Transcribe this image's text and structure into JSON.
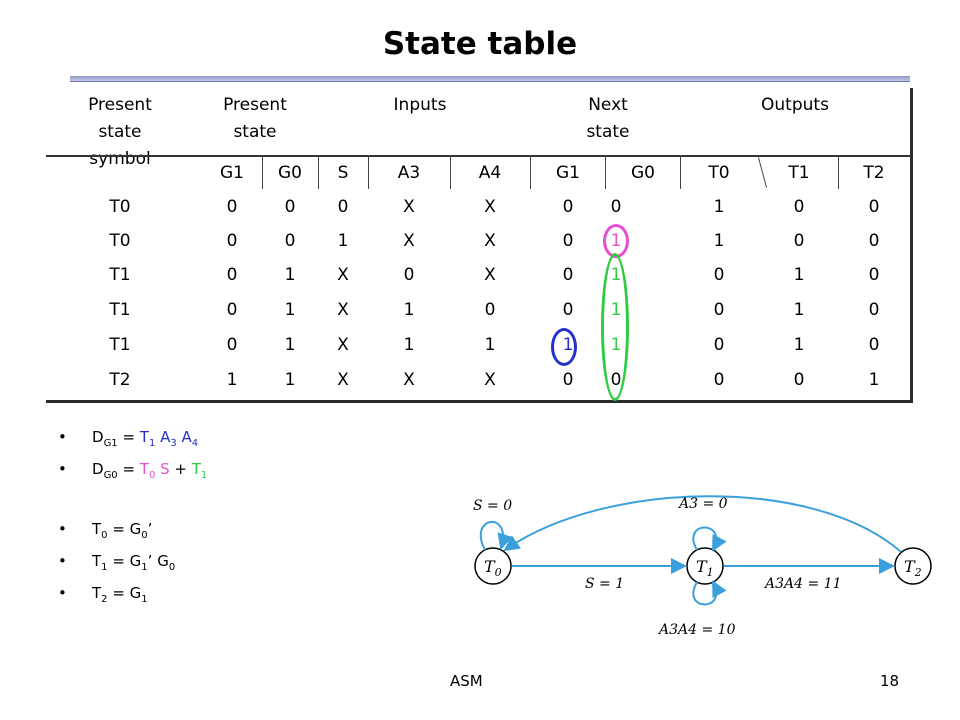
{
  "title": "State table",
  "headers": {
    "present_symbol": [
      "Present",
      "state",
      "symbol"
    ],
    "present_state": [
      "Present",
      "state"
    ],
    "inputs": "Inputs",
    "next_state": [
      "Next",
      "state"
    ],
    "outputs": "Outputs",
    "sub": [
      "G1",
      "G0",
      "S",
      "A3",
      "A4",
      "G1",
      "G0",
      "T0",
      "T1",
      "T2"
    ]
  },
  "rows": [
    [
      "T0",
      "0",
      "0",
      "0",
      "X",
      "X",
      "0",
      "0",
      "1",
      "0",
      "0"
    ],
    [
      "T0",
      "0",
      "0",
      "1",
      "X",
      "X",
      "0",
      "1",
      "1",
      "0",
      "0"
    ],
    [
      "T1",
      "0",
      "1",
      "X",
      "0",
      "X",
      "0",
      "1",
      "0",
      "1",
      "0"
    ],
    [
      "T1",
      "0",
      "1",
      "X",
      "1",
      "0",
      "0",
      "1",
      "0",
      "1",
      "0"
    ],
    [
      "T1",
      "0",
      "1",
      "X",
      "1",
      "1",
      "1",
      "1",
      "0",
      "1",
      "0"
    ],
    [
      "T2",
      "1",
      "1",
      "X",
      "X",
      "X",
      "0",
      "0",
      "0",
      "0",
      "1"
    ]
  ],
  "colors": {
    "magenta": "#e84fd0",
    "green": "#2ecc40",
    "blue": "#2430c8",
    "diagram_blue": "#3aa0dc",
    "bar": "#8f96c8"
  },
  "equations": {
    "dg1": {
      "lhs": "D",
      "lhs_sub": "G1",
      "eq": " = ",
      "t": "T",
      "t_sub": "1",
      "a3": " A",
      "a3_sub": "3",
      "a4": " A",
      "a4_sub": "4"
    },
    "dg0": {
      "lhs": "D",
      "lhs_sub": "G0",
      "eq": " = ",
      "t0": "T",
      "t0_sub": "0",
      "s": " S",
      "plus": " + ",
      "t1": "T",
      "t1_sub": "1"
    },
    "t0": {
      "lhs": "T",
      "lhs_sub": "0",
      "rhs": " = G",
      "rhs_sub": "0",
      "prime": "’"
    },
    "t1": {
      "lhs": "T",
      "lhs_sub": "1",
      "rhs": " = G",
      "rhs_sub": "1",
      "prime": "’ G",
      "tail_sub": "0"
    },
    "t2": {
      "lhs": "T",
      "lhs_sub": "2",
      "rhs": " = G",
      "rhs_sub": "1"
    }
  },
  "bullet_char": "•",
  "diagram": {
    "states": [
      {
        "name": "T",
        "sub": "0"
      },
      {
        "name": "T",
        "sub": "1"
      },
      {
        "name": "T",
        "sub": "2"
      }
    ],
    "labels": {
      "s0": "S = 0",
      "s1": "S = 1",
      "a3_0": "A3 = 0",
      "a3a4_11": "A3A4 = 11",
      "a3a4_10": "A3A4 = 10"
    }
  },
  "footer": {
    "center": "ASM",
    "page": "18"
  }
}
